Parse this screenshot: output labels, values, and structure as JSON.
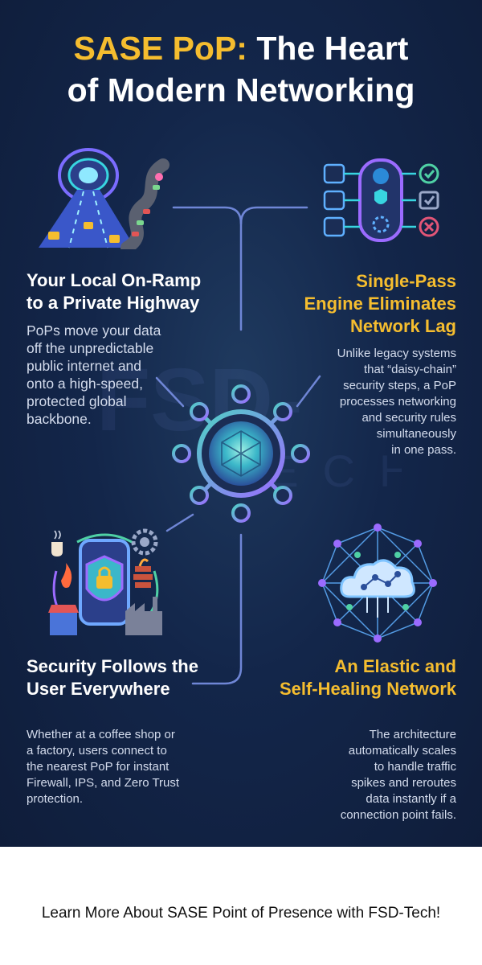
{
  "title": {
    "accent": "SASE PoP:",
    "rest": " The Heart",
    "line2": "of Modern Networking"
  },
  "watermark": {
    "brand_line1": "FSD-",
    "brand_line2": "TECH"
  },
  "sections": [
    {
      "heading_lines": [
        "Your Local On-Ramp",
        "to a Private Highway"
      ],
      "body_lines": [
        "PoPs move your data",
        "off the unpredictable",
        "public internet and",
        "onto a high-speed,",
        "protected global",
        "backbone."
      ],
      "icon": "highway-tunnel-icon"
    },
    {
      "heading_lines": [
        "Single-Pass",
        "Engine Eliminates",
        "Network Lag"
      ],
      "body_lines": [
        "Unlike legacy systems",
        "that “daisy-chain”",
        "security steps, a PoP",
        "processes networking",
        "and security rules",
        "simultaneously",
        "in one pass."
      ],
      "icon": "single-pass-engine-icon"
    },
    {
      "heading_lines": [
        "Security Follows the",
        "User Everywhere"
      ],
      "body_lines": [
        "Whether at a coffee shop or",
        "a factory, users connect to",
        "the nearest PoP for instant",
        "Firewall, IPS, and Zero Trust",
        "protection."
      ],
      "icon": "mobile-security-shield-icon"
    },
    {
      "heading_lines": [
        "An Elastic and",
        "Self-Healing Network"
      ],
      "body_lines": [
        "The architecture",
        "automatically scales",
        "to handle traffic",
        "spikes and reroutes",
        "data instantly if a",
        "connection point fails."
      ],
      "icon": "cloud-mesh-network-icon"
    }
  ],
  "footer": "Learn More About SASE Point of Presence  with FSD-Tech!",
  "colors": {
    "background": "#13264a",
    "accent": "#f5bd2f",
    "heading": "#ffffff",
    "body": "#d4dced",
    "line": "#6f86d6"
  }
}
